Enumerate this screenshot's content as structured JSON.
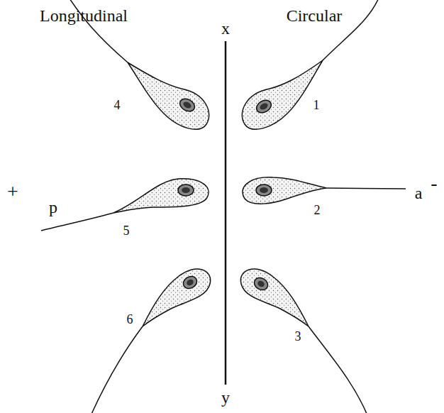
{
  "diagram": {
    "labels": [
      "Longitudinal",
      "Circular",
      "x",
      "4",
      "1",
      "+",
      "p",
      "5",
      "2",
      "a",
      "-",
      "6",
      "3",
      "y"
    ]
  }
}
